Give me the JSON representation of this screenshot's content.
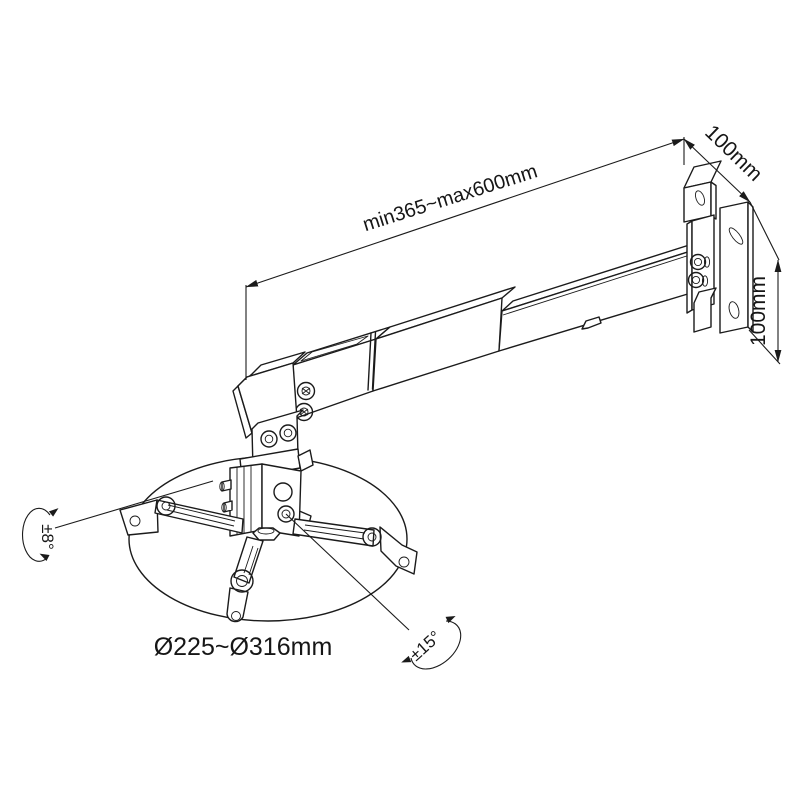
{
  "page": {
    "background": "#ffffff"
  },
  "drawing": {
    "kind": "projector-wall-mount-dimension-drawing",
    "line_color": "#1b1b1b",
    "labels": {
      "arm_length": "min365~max600mm",
      "wall_plate_width": "100mm",
      "wall_plate_height": "100mm",
      "mount_diameter": "Ø225~Ø316mm",
      "roll_adjust": "±8°",
      "tilt_adjust": "±15°"
    }
  }
}
